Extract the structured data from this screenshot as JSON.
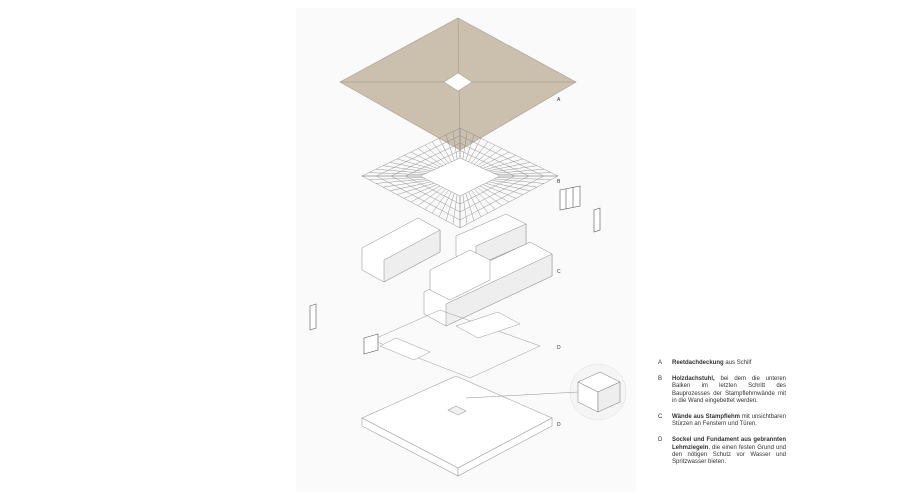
{
  "diagram": {
    "layer_labels": [
      "A",
      "B",
      "C",
      "D",
      "D"
    ],
    "roof_color": "#cbbfae",
    "legend": [
      {
        "key": "A",
        "title": "Reetdachdeckung",
        "text": " aus Schilf"
      },
      {
        "key": "B",
        "title": "Holzdachstuhl,",
        "text": " bei dem die unteren Balken im letzten Schritt des Bauprozesses der Stampflehmwände mit in die Wand eingebettet werden."
      },
      {
        "key": "C",
        "title": "Wände aus Stampflehm",
        "text": " mit unsichtbaren Stürzen an Fenstern und Türen."
      },
      {
        "key": "D",
        "title": "Sockel und Fundament aus gebrannten Lehmziegeln",
        "text": ", die einen festen Grund und den nötigen Schutz vor Wasser und Spritzwasser bieten."
      }
    ]
  }
}
